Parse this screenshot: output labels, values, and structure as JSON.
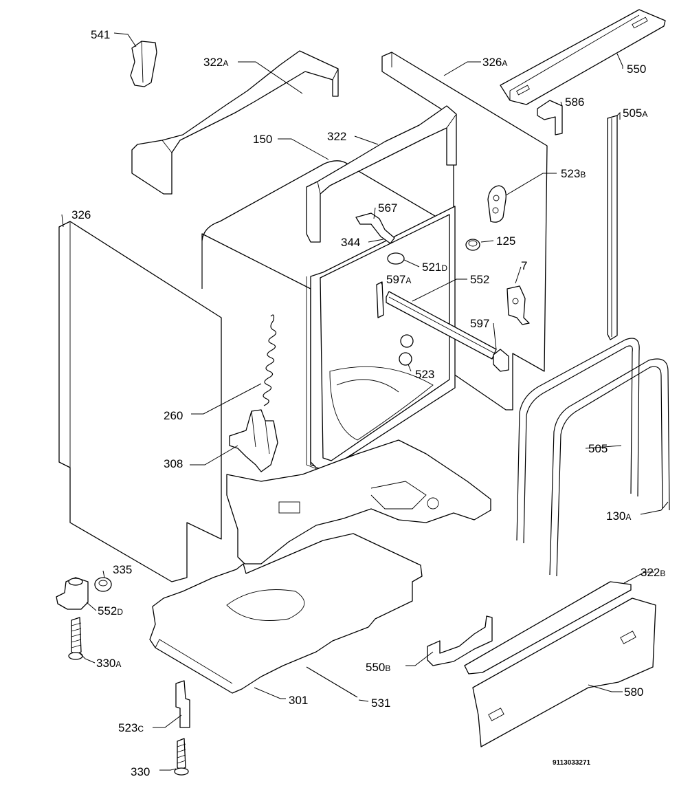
{
  "diagram": {
    "reference_code": "9113033271",
    "callouts": [
      {
        "id": "541",
        "main": "541",
        "sub": ""
      },
      {
        "id": "322A",
        "main": "322",
        "sub": "A"
      },
      {
        "id": "326A",
        "main": "326",
        "sub": "A"
      },
      {
        "id": "550",
        "main": "550",
        "sub": ""
      },
      {
        "id": "586",
        "main": "586",
        "sub": ""
      },
      {
        "id": "505A",
        "main": "505",
        "sub": "A"
      },
      {
        "id": "150",
        "main": "150",
        "sub": ""
      },
      {
        "id": "322",
        "main": "322",
        "sub": ""
      },
      {
        "id": "523B",
        "main": "523",
        "sub": "B"
      },
      {
        "id": "326",
        "main": "326",
        "sub": ""
      },
      {
        "id": "567",
        "main": "567",
        "sub": ""
      },
      {
        "id": "344",
        "main": "344",
        "sub": ""
      },
      {
        "id": "125",
        "main": "125",
        "sub": ""
      },
      {
        "id": "521D",
        "main": "521",
        "sub": "D"
      },
      {
        "id": "597A",
        "main": "597",
        "sub": "A"
      },
      {
        "id": "552",
        "main": "552",
        "sub": ""
      },
      {
        "id": "7",
        "main": "7",
        "sub": ""
      },
      {
        "id": "597",
        "main": "597",
        "sub": ""
      },
      {
        "id": "523",
        "main": "523",
        "sub": ""
      },
      {
        "id": "260",
        "main": "260",
        "sub": ""
      },
      {
        "id": "505",
        "main": "505",
        "sub": ""
      },
      {
        "id": "308",
        "main": "308",
        "sub": ""
      },
      {
        "id": "130A",
        "main": "130",
        "sub": "A"
      },
      {
        "id": "335",
        "main": "335",
        "sub": ""
      },
      {
        "id": "322B",
        "main": "322",
        "sub": "B"
      },
      {
        "id": "552D",
        "main": "552",
        "sub": "D"
      },
      {
        "id": "330A",
        "main": "330",
        "sub": "A"
      },
      {
        "id": "550B",
        "main": "550",
        "sub": "B"
      },
      {
        "id": "301",
        "main": "301",
        "sub": ""
      },
      {
        "id": "531",
        "main": "531",
        "sub": ""
      },
      {
        "id": "580",
        "main": "580",
        "sub": ""
      },
      {
        "id": "523C",
        "main": "523",
        "sub": "C"
      },
      {
        "id": "330",
        "main": "330",
        "sub": ""
      }
    ]
  }
}
